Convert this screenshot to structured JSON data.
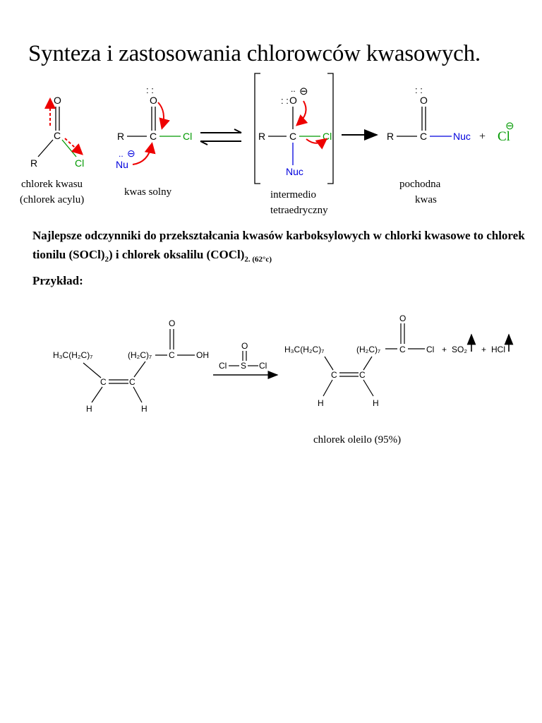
{
  "title": "Synteza i zastosowania chlorowców kwasowych.",
  "colors": {
    "chlorine": "#009900",
    "nucleophile": "#0000dd",
    "arrow": "#ee0000"
  },
  "mechanism": {
    "O": "O",
    "R": "R",
    "C": "C",
    "Cl": "Cl",
    "Nu": "Nu",
    "Nuc": "Nuc",
    "plus": "+",
    "minus": "⊖",
    "lone_pair": ": :",
    "lone_pair_single": "..",
    "captions": {
      "acid_chloride_line1": "chlorek kwasu",
      "acid_chloride_line2": "(chlorek acylu)",
      "hydrochloric": "kwas solny",
      "intermediate_line1": "intermedio",
      "intermediate_line2": "tetraedryczny",
      "derivative_line1": "pochodna",
      "derivative_line2": "kwas"
    }
  },
  "paragraph": {
    "part1": "Najlepsze odczynniki do przekształcania kwasów karboksylowych w chlorki kwasowe to chlorek tionilu (SOCl)",
    "sub1": "2",
    "part2": ") i chlorek oksalilu (COCl)",
    "sub2": "2. (62°c)"
  },
  "example_label": "Przykład:",
  "reaction": {
    "reactant_left_group": "H₃C(H₂C)₇",
    "chain_group": "(H₂C)₇",
    "O": "O",
    "OH": "OH",
    "C": "C",
    "H": "H",
    "reagent_S": "S",
    "reagent_O": "O",
    "reagent_Cl": "Cl",
    "product_Cl": "Cl",
    "byproduct1": "SO₂",
    "byproduct2": "HCl",
    "plus": "+",
    "caption": "chlorek oleilo (95%)"
  }
}
